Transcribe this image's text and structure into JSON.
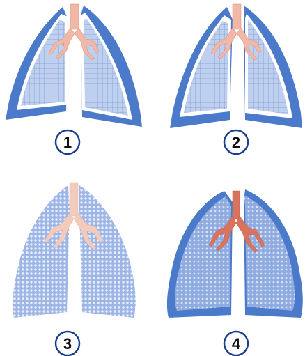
{
  "colors": {
    "blue_dark": "#4a7ac9",
    "blue_mid": "#5a86cf",
    "blue_light": "#b9cbee",
    "grid_line": "#6f93d4",
    "trachea": "#f1b8a8",
    "trachea_dark": "#d9735e",
    "circle_stroke": "#1a3f8f",
    "number_text": "#111111"
  },
  "panels": [
    {
      "label": "1",
      "style": "grid-framed"
    },
    {
      "label": "2",
      "style": "grid-framed-shifted"
    },
    {
      "label": "3",
      "style": "dotted-pale"
    },
    {
      "label": "4",
      "style": "dotted-filled"
    }
  ]
}
